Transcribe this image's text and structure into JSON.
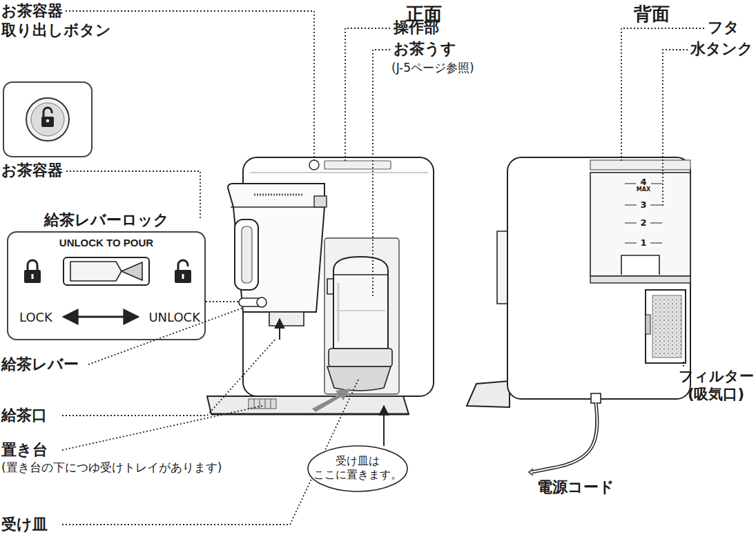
{
  "diagram": {
    "nodes": [
      {
        "text": [
          "お茶容器 取り出しボタン"
        ]
      },
      {
        "text": [
          "給茶レバーロック",
          "UNLOCK TO POUR",
          "LOCK",
          "UNLOCK"
        ]
      },
      {
        "text": [
          "受け皿は ここに置きます。"
        ]
      }
    ],
    "labels": [
      "正面",
      "背面",
      "操作部",
      "お茶うす",
      "(J-5ページ参照)",
      "フタ",
      "水タンク",
      "お茶容器",
      "給茶レバー",
      "給茶口",
      "置き台",
      "(置き台の下につゆ受けトレイがあります)",
      "受け皿",
      "フィルター (吸気口)",
      "電源コード",
      "4",
      "MAX",
      "3",
      "2",
      "1"
    ]
  }
}
